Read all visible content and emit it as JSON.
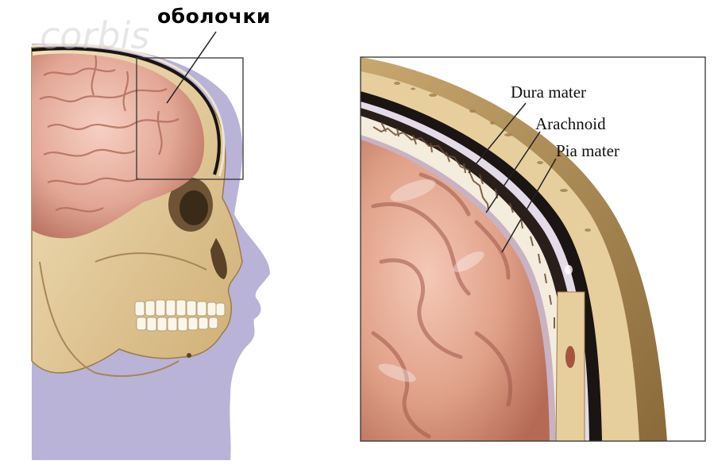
{
  "title": "оболочки",
  "watermark": "corbis",
  "labels": {
    "dura": "Dura mater",
    "arachnoid": "Arachnoid",
    "pia": "Pia mater"
  },
  "colors": {
    "background": "#ffffff",
    "silhouette": "#b8b2d6",
    "brain": "#e8b0a0",
    "skull": "#e4cfa0",
    "dura": "#1a1412",
    "arachnoid_web": "#f6eee0",
    "pia": "#d8c8d8"
  }
}
